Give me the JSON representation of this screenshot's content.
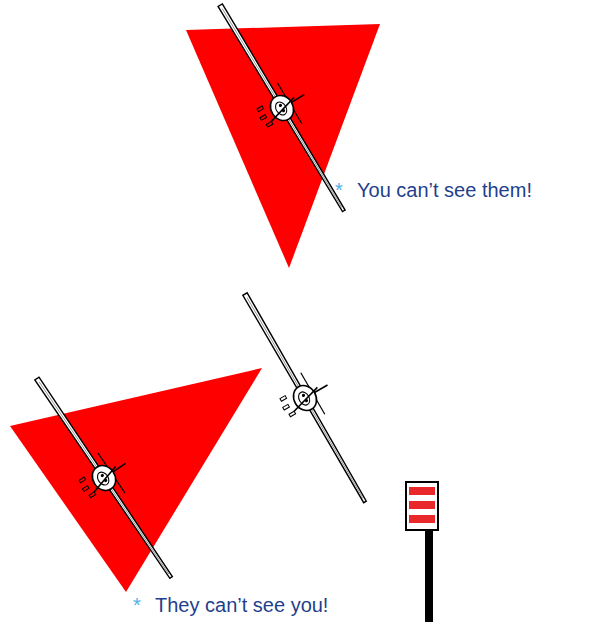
{
  "diagram": {
    "labels": [
      "*",
      "You can’t see them!",
      "*",
      "They can’t see you!"
    ]
  }
}
